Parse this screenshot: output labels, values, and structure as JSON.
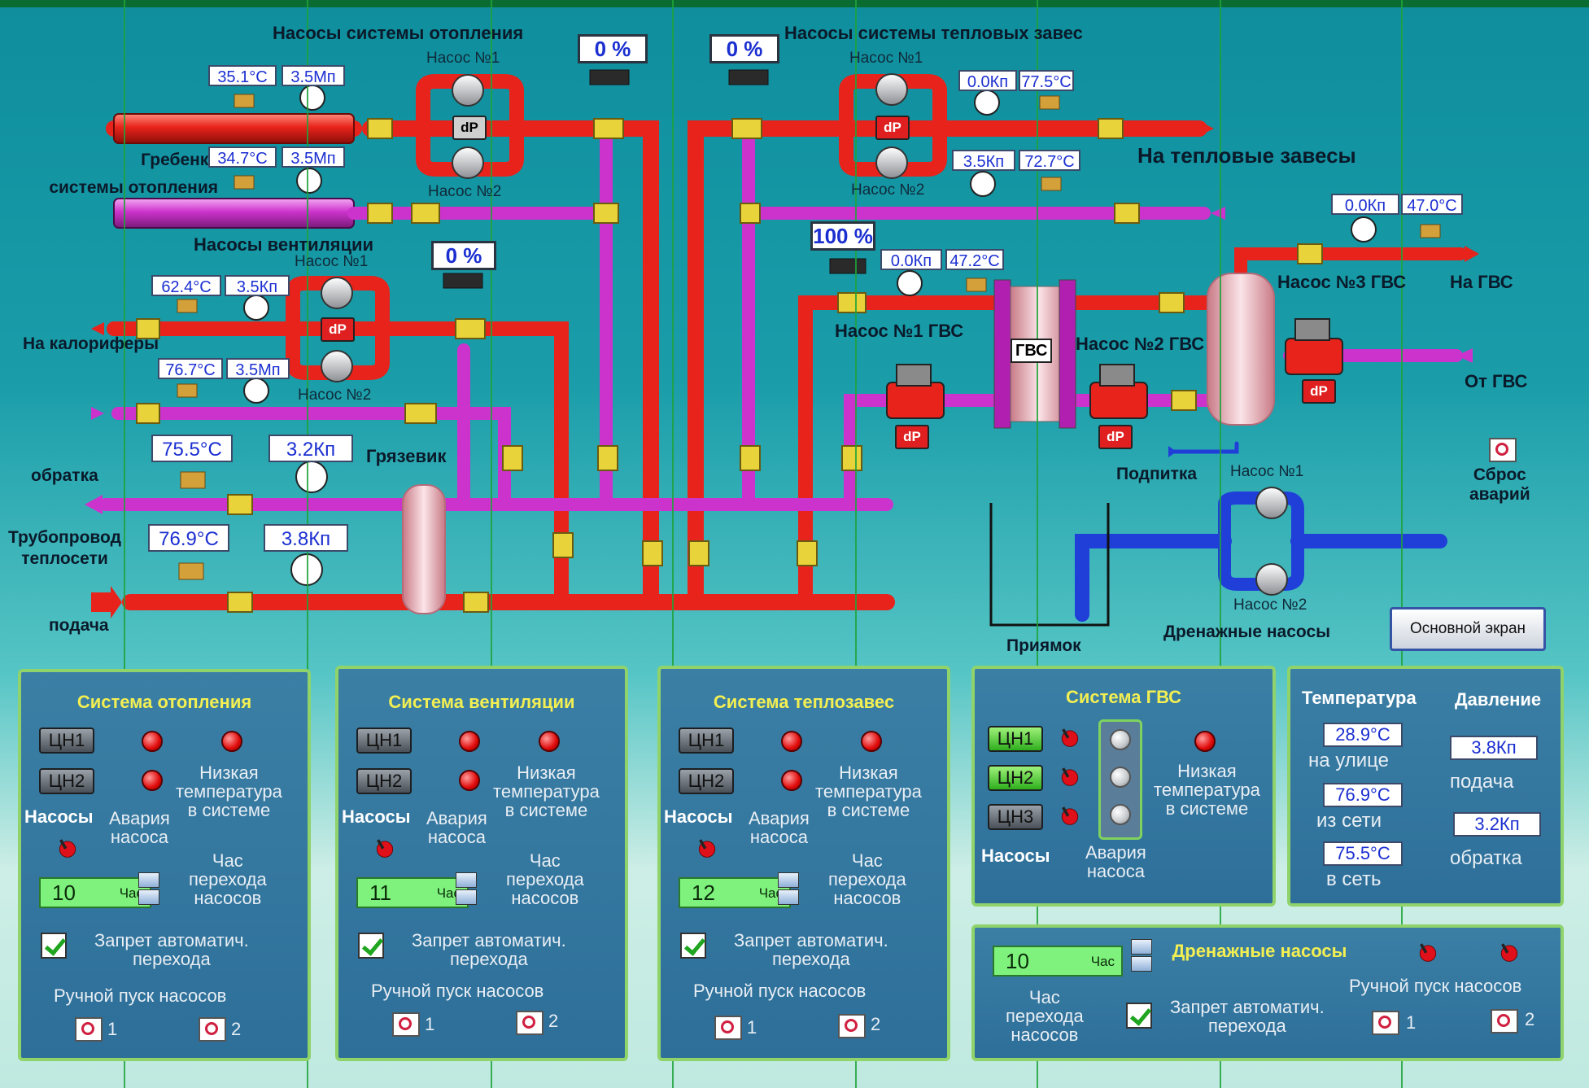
{
  "colors": {
    "supply": "#e8231b",
    "return": "#cc33cc",
    "drain": "#1f3fd8",
    "panel_border": "#8fd36a",
    "panel_title": "#f3ef52"
  },
  "diagram": {
    "heating_pumps_title": "Насосы системы отопления",
    "air_curtain_pumps_title": "Насосы системы тепловых завес",
    "ventilation_pumps_title": "Насосы вентиляции",
    "manifold_label": "Гребенка\nсистемы отопления",
    "to_curtains": "На тепловые завесы",
    "to_heaters": "На калориферы",
    "return_label": "обратка",
    "network_label": "Трубопровод\nтеплосети",
    "supply_label": "подача",
    "mud_trap": "Грязевик",
    "pit": "Приямок",
    "drain_pumps": "Дренажные насосы",
    "makeup": "Подпитка",
    "to_hws": "На ГВС",
    "from_hws": "От ГВС",
    "hws_pump1": "Насос №1 ГВС",
    "hws_pump2": "Насос №2 ГВС",
    "hws_pump3": "Насос №3 ГВС",
    "heat_exchanger": "ГВС",
    "reset_alarms": "Сброс\nаварий",
    "main_screen_button": "Основной экран",
    "pump_no1": "Насос №1",
    "pump_no2": "Насос №2",
    "dp_label": "dP",
    "valve_heating_pct": "0 %",
    "valve_curtain_pct": "0 %",
    "valve_vent_pct": "0 %",
    "valve_hws_pct": "100 %",
    "heating_supply_temp": "35.1°C",
    "heating_supply_press": "3.5Мп",
    "heating_return_temp": "34.7°C",
    "heating_return_press": "3.5Мп",
    "curtain_supply_press": "0.0Кп",
    "curtain_supply_temp": "77.5°C",
    "curtain_return_press": "3.5Кп",
    "curtain_return_temp": "72.7°C",
    "hws_out_press": "0.0Кп",
    "hws_out_temp": "47.0°C",
    "hws_primary_press": "0.0Кп",
    "hws_primary_temp": "47.2°C",
    "vent_supply_temp": "62.4°C",
    "vent_supply_press": "3.5Кп",
    "vent_return_temp": "76.7°C",
    "vent_return_press": "3.5Мп",
    "net_return_temp": "75.5°C",
    "net_return_press": "3.2Кп",
    "net_supply_temp": "76.9°C",
    "net_supply_press": "3.8Кп"
  },
  "panels": {
    "common": {
      "pump1": "ЦН1",
      "pump2": "ЦН2",
      "pump3": "ЦН3",
      "pumps": "Насосы",
      "alarm": "Авария\nнасоса",
      "low_temp": "Низкая\nтемпература\nв системе",
      "hour_switch": "Час\nперехода\nнасосов",
      "hour_unit": "Час",
      "lock": "Запрет автоматич.\nперехода",
      "manual": "Ручной пуск насосов",
      "one": "1",
      "two": "2"
    },
    "heating": {
      "title": "Система отопления",
      "hour": "10"
    },
    "ventilation": {
      "title": "Система вентиляции",
      "hour": "11"
    },
    "curtains": {
      "title": "Система теплозавес",
      "hour": "12"
    },
    "hws": {
      "title": "Система ГВС"
    },
    "params": {
      "temp_title": "Температура",
      "press_title": "Давление",
      "outdoor_temp": "28.9°C",
      "outdoor_label": "на улице",
      "from_net_temp": "76.9°C",
      "from_net_label": "из сети",
      "to_net_temp": "75.5°C",
      "to_net_label": "в сеть",
      "supply_press": "3.8Кп",
      "supply_label": "подача",
      "return_press": "3.2Кп",
      "return_label": "обратка"
    },
    "drain": {
      "title": "Дренажные насосы",
      "hour": "10",
      "hour_label": "Час\nперехода\nнасосов"
    }
  }
}
